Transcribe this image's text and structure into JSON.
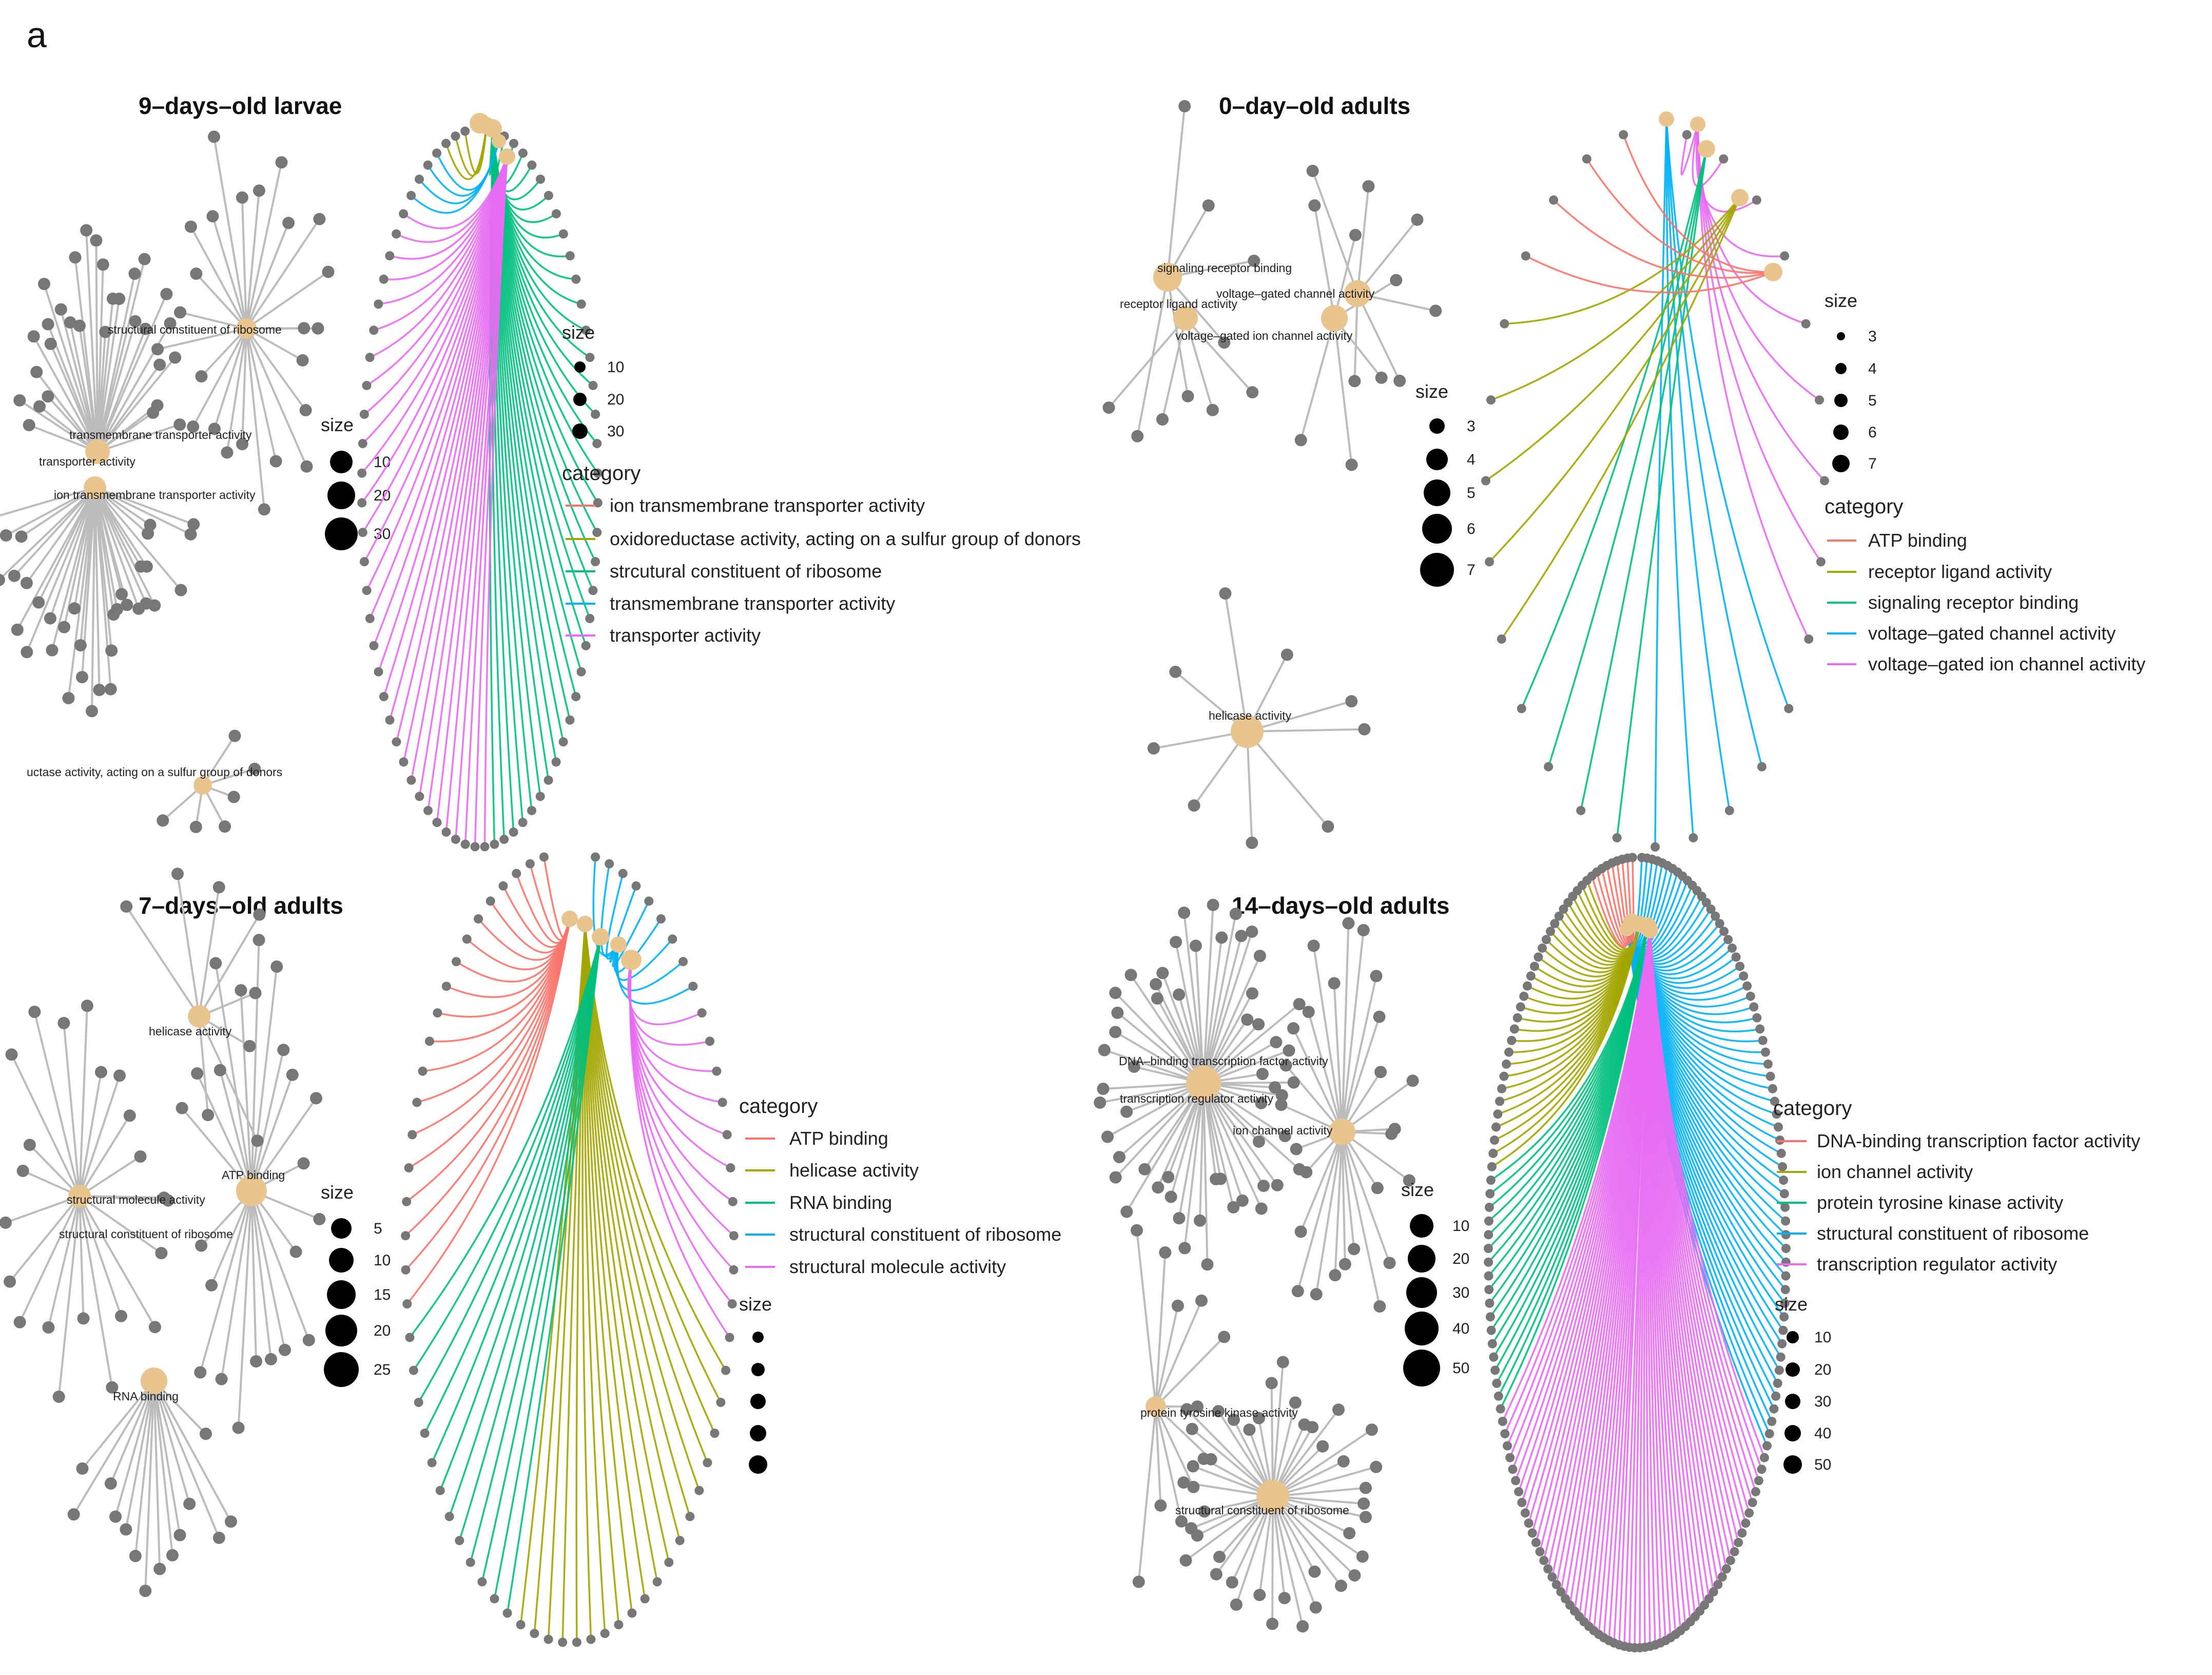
{
  "figure_label": "a",
  "colors": {
    "node_gene": "#777777",
    "node_term": "#e8c48f",
    "edge_gray": "#bcbcbc",
    "cat1": "#f8766d",
    "cat2": "#a3a500",
    "cat3": "#00bf7d",
    "cat4": "#00b0f6",
    "cat5": "#e76bf3"
  },
  "legend_titles": {
    "size": "size",
    "category": "category"
  },
  "panels": [
    {
      "title": "9–days–old larvae",
      "size_ticks": [
        "10",
        "20",
        "30"
      ],
      "circ_size_ticks": [
        "10",
        "20",
        "30"
      ],
      "categories": [
        "ion transmembrane transporter activity",
        "oxidoreductase activity, acting on a sulfur group of donors",
        "strcutural constituent of ribosome",
        "transmembrane transporter activity",
        "transporter activity"
      ],
      "net_labels": [
        "structural constituent of ribosome",
        "transmembrane transporter activity",
        "transporter activity",
        "ion transmembrane transporter activity",
        "uctase activity, acting on a sulfur group of donors"
      ]
    },
    {
      "title": "0–day–old adults",
      "size_ticks": [
        "3",
        "4",
        "5",
        "6",
        "7"
      ],
      "circ_size_ticks": [
        "3",
        "4",
        "5",
        "6",
        "7"
      ],
      "categories": [
        "ATP binding",
        "receptor ligand activity",
        "signaling receptor binding",
        "voltage–gated channel activity",
        "voltage–gated ion channel activity"
      ],
      "net_labels": [
        "signaling receptor binding",
        "receptor ligand activity",
        "voltage–gated channel activity",
        "voltage–gated ion channel activity",
        "helicase activity"
      ]
    },
    {
      "title": "7–days–old adults",
      "size_ticks": [
        "5",
        "10",
        "15",
        "20",
        "25"
      ],
      "circ_size_ticks": [
        "",
        "",
        "",
        "",
        ""
      ],
      "categories": [
        "ATP binding",
        "helicase activity",
        "RNA binding",
        "structural constituent of ribosome",
        "structural molecule activity"
      ],
      "net_labels": [
        "helicase activity",
        "structural molecule activity",
        "ATP binding",
        "structural constituent of ribosome",
        "RNA binding"
      ]
    },
    {
      "title": "14–days–old adults",
      "size_ticks": [
        "10",
        "20",
        "30",
        "40",
        "50"
      ],
      "circ_size_ticks": [
        "10",
        "20",
        "30",
        "40",
        "50"
      ],
      "categories": [
        "DNA-binding transcription factor activity",
        "ion channel activity",
        "protein tyrosine kinase activity",
        "structural constituent of ribosome",
        "transcription regulator activity"
      ],
      "net_labels": [
        "DNA–binding transcription factor activity",
        "transcription regulator activity",
        "ion channel activity",
        "protein tyrosine kinase activity",
        "structural constituent of ribosome"
      ]
    }
  ]
}
